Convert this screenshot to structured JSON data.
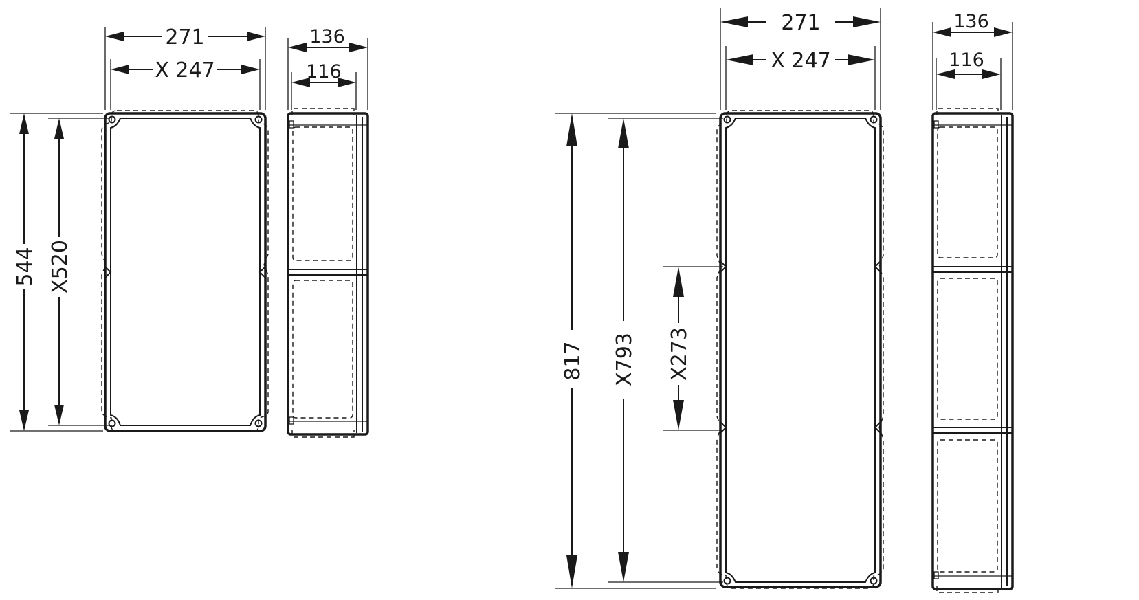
{
  "left_assembly": {
    "front": {
      "outer_width": "271",
      "inner_width": "X 247",
      "outer_height": "544",
      "inner_height": "X520"
    },
    "side": {
      "outer_depth": "136",
      "inner_depth": "116"
    }
  },
  "right_assembly": {
    "front": {
      "outer_width": "271",
      "inner_width": "X 247",
      "outer_height": "817",
      "inner_height": "X793",
      "module_height": "X273"
    },
    "side": {
      "outer_depth": "136",
      "inner_depth": "116"
    }
  }
}
